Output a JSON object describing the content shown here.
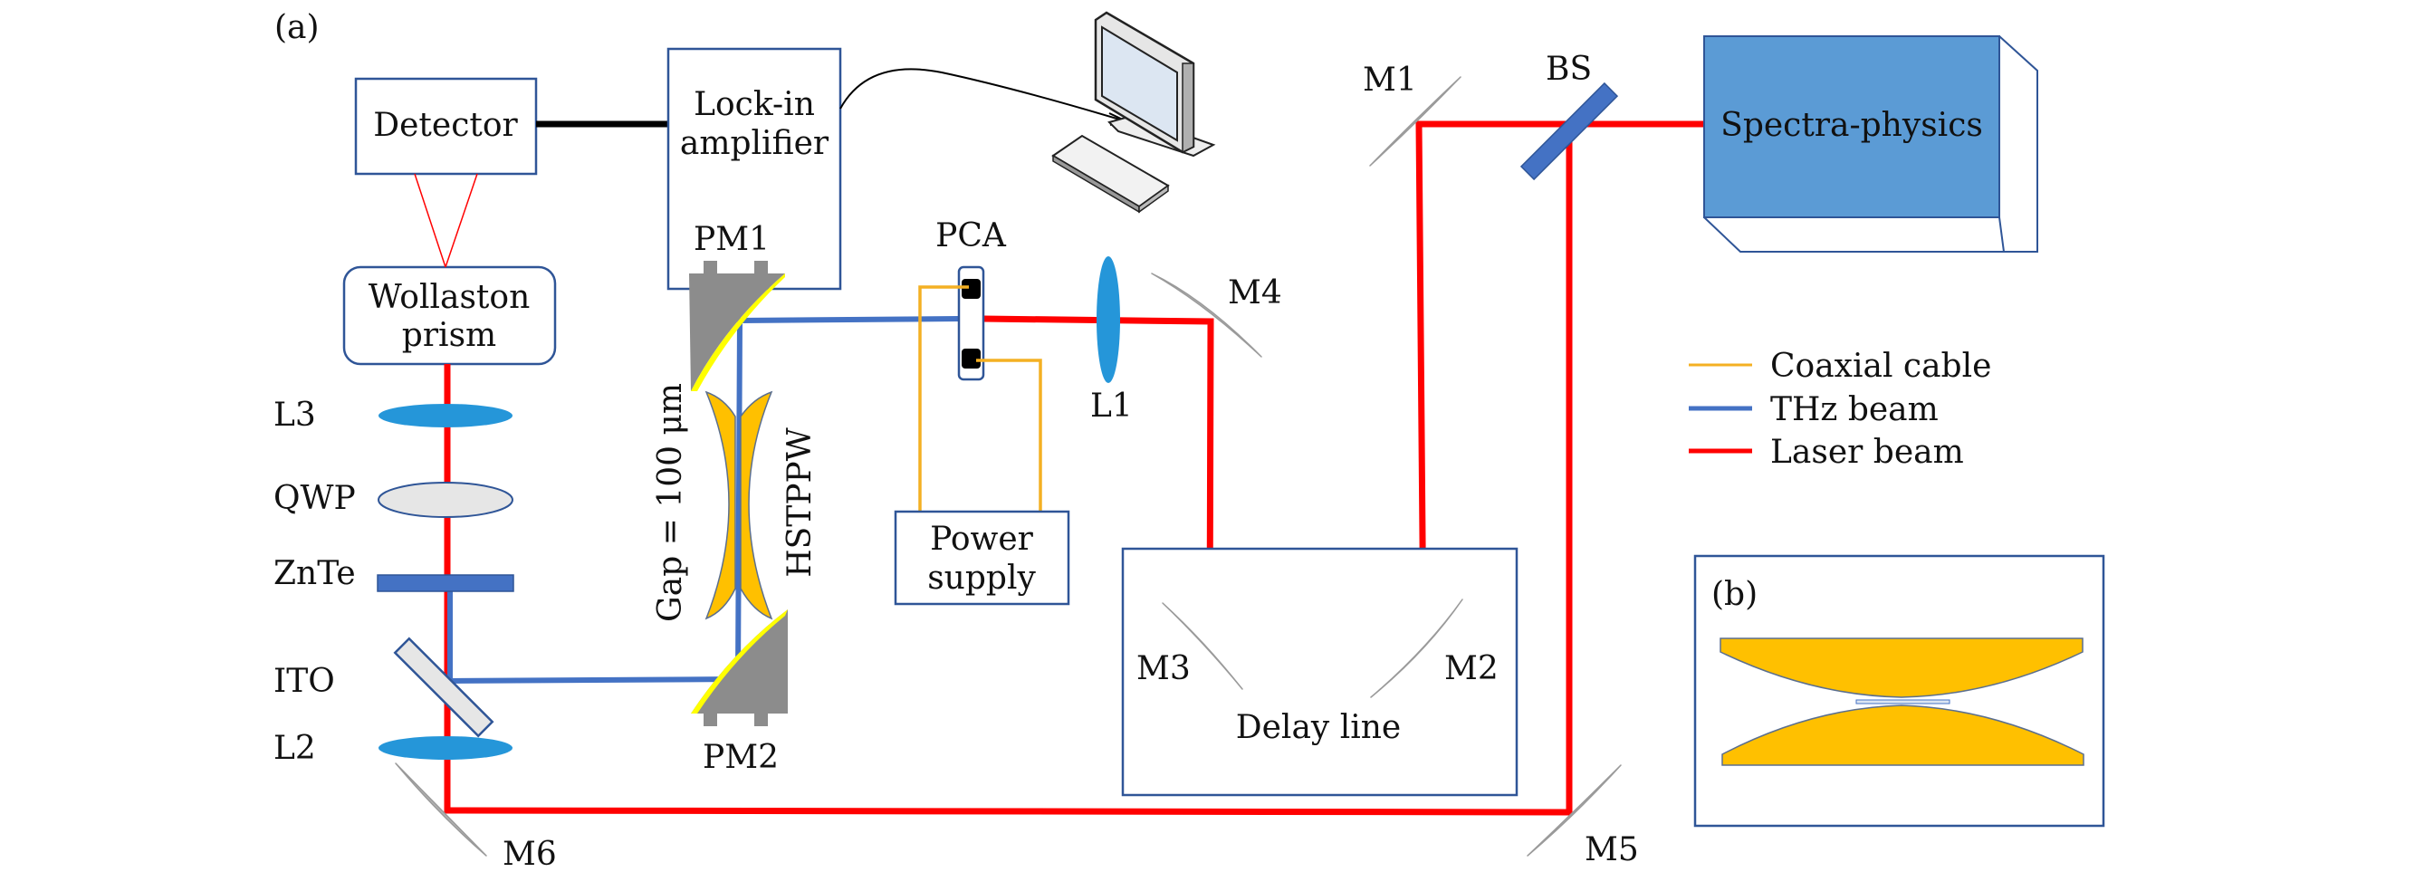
{
  "figure": {
    "panel_a_label": "(a)",
    "panel_b_label": "(b)"
  },
  "components": {
    "detector": "Detector",
    "lockin_line1": "Lock-in",
    "lockin_line2": "amplifier",
    "wollaston_line1": "Wollaston",
    "wollaston_line2": "prism",
    "power_line1": "Power",
    "power_line2": "supply",
    "delay_line": "Delay line",
    "laser_source": "Spectra-physics",
    "pca": "PCA",
    "pm1": "PM1",
    "pm2": "PM2",
    "hstppw": "HSTPPW",
    "gap": "Gap = 100 μm",
    "l1": "L1",
    "l2": "L2",
    "l3": "L3",
    "qwp": "QWP",
    "znte": "ZnTe",
    "ito": "ITO",
    "m1": "M1",
    "m2": "M2",
    "m3": "M3",
    "m4": "M4",
    "m5": "M5",
    "m6": "M6",
    "bs": "BS"
  },
  "legend": [
    {
      "label": "Coaxial cable",
      "color": "#f4b023"
    },
    {
      "label": "THz beam",
      "color": "#4472c4"
    },
    {
      "label": "Laser beam",
      "color": "#ff0000"
    }
  ],
  "colors": {
    "laser": "#ff0000",
    "thz": "#4472c4",
    "coax": "#f4b023",
    "laser_source_fill": "#5b9bd5",
    "gold": "#ffc000",
    "lens": "#2596d9"
  }
}
